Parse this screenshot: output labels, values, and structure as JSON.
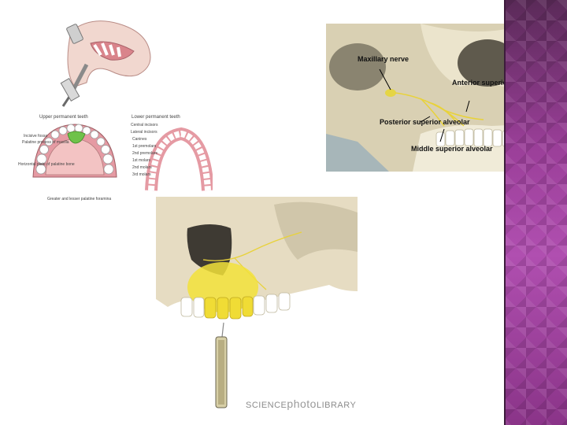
{
  "slide": {
    "top_left": {
      "upper_caption": "Upper permanent teeth",
      "lower_caption": "Lower permanent teeth",
      "left_labels": [
        "Incisive fossa",
        "Palatine process of maxilla",
        "Horizontal plate of palatine bone"
      ],
      "right_labels": [
        "Central incisors",
        "Lateral incisors",
        "Canines",
        "1st premolars",
        "2nd premolars",
        "1st molars",
        "2nd molars",
        "3rd molars"
      ],
      "bottom_label": "Greater and lesser palatine foramina"
    },
    "top_right": {
      "labels": {
        "maxillary": "Maxillary nerve",
        "anterior": "Anterior superior alveolar",
        "posterior": "Posterior superior alveolar",
        "middle": "Middle superior alveolar"
      }
    },
    "bottom": {
      "credit_prefix": "SCIENCE",
      "credit_middle": "photo",
      "credit_suffix": "LIBRARY"
    }
  },
  "colors": {
    "band": "#9b3f99",
    "bone": "#e8dcc0",
    "nerve": "#e8d23a",
    "gum": "#e9a1a6"
  }
}
